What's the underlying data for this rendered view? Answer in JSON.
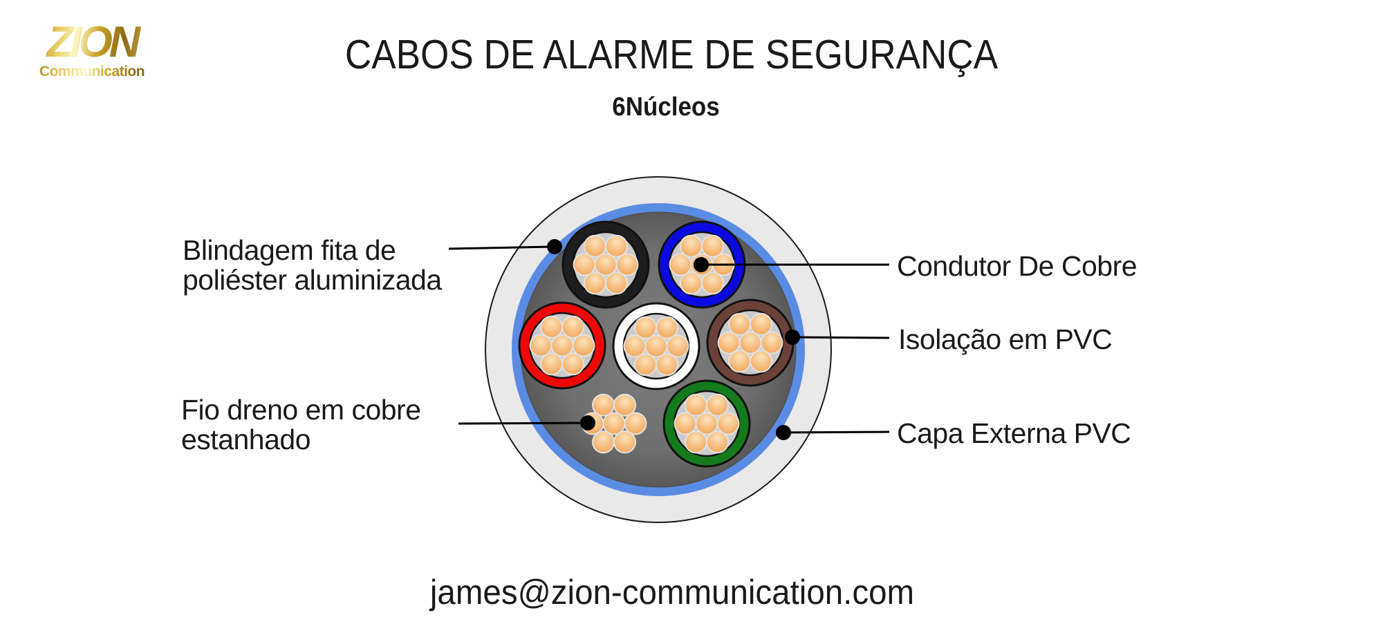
{
  "logo": {
    "brand": "ZION",
    "subtext": "Communication",
    "gold_light": "#fdf6c0",
    "gold_mid": "#caa22a",
    "gold_dark": "#8a6a15"
  },
  "header": {
    "title": "CABOS DE ALARME DE SEGURANÇA",
    "subtitle": "6Núcleos"
  },
  "footer": {
    "email": "james@zion-communication.com"
  },
  "diagram": {
    "callout_labels": {
      "blindagem": {
        "line1": "Blindagem fita de",
        "line2": "poliéster aluminizada"
      },
      "fio_dreno": {
        "line1": "Fio dreno em cobre",
        "line2": "estanhado"
      },
      "condutor": {
        "line1": "Condutor De Cobre"
      },
      "isolacao": {
        "line1": "Isolação em PVC"
      },
      "capa": {
        "line1": "Capa Externa PVC"
      }
    },
    "colors": {
      "jacket": "#e9e9e9",
      "jacket_outline": "#1a1a1a",
      "shield_tape_blue": "#5b8ce4",
      "filler_gray_center": "#7d7d7d",
      "filler_gray": "#6f6f6f",
      "filler_gray_edge": "#595959",
      "core_interior": "#cbcbcb",
      "copper": "#efa14f",
      "copper_mid": "#f6bb7c",
      "copper_highlight": "#fde3ba",
      "strand_outline": "#e2e2e2",
      "leader_line": "#000000"
    },
    "cores": [
      {
        "name": "black",
        "color": "#1e1e1e"
      },
      {
        "name": "blue",
        "color": "#0a0ae0"
      },
      {
        "name": "red",
        "color": "#ee0707"
      },
      {
        "name": "white",
        "color": "#ffffff"
      },
      {
        "name": "brown",
        "color": "#6b413a"
      },
      {
        "name": "green",
        "color": "#157a1c"
      }
    ]
  }
}
